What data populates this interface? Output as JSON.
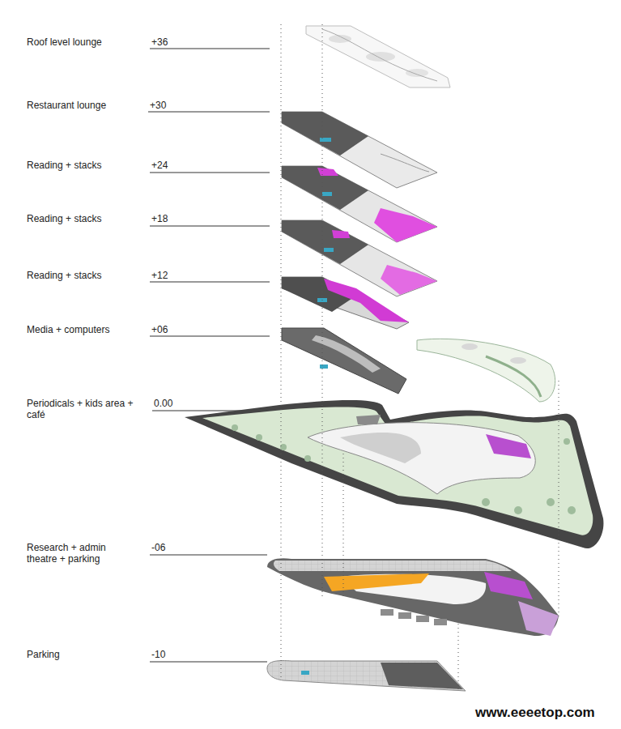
{
  "diagram": {
    "labels": [
      "Roof level lounge",
      "+36",
      "Restaurant lounge",
      "+30",
      "Reading + stacks",
      "+24",
      "Reading + stacks",
      "+18",
      "Reading + stacks",
      "+12",
      "Media + computers",
      "+06",
      "Periodicals + kids area + café",
      "0.00",
      "Research + admin theatre + parking",
      "-06",
      "Parking",
      "-10",
      "www.eeeetop.com"
    ]
  }
}
